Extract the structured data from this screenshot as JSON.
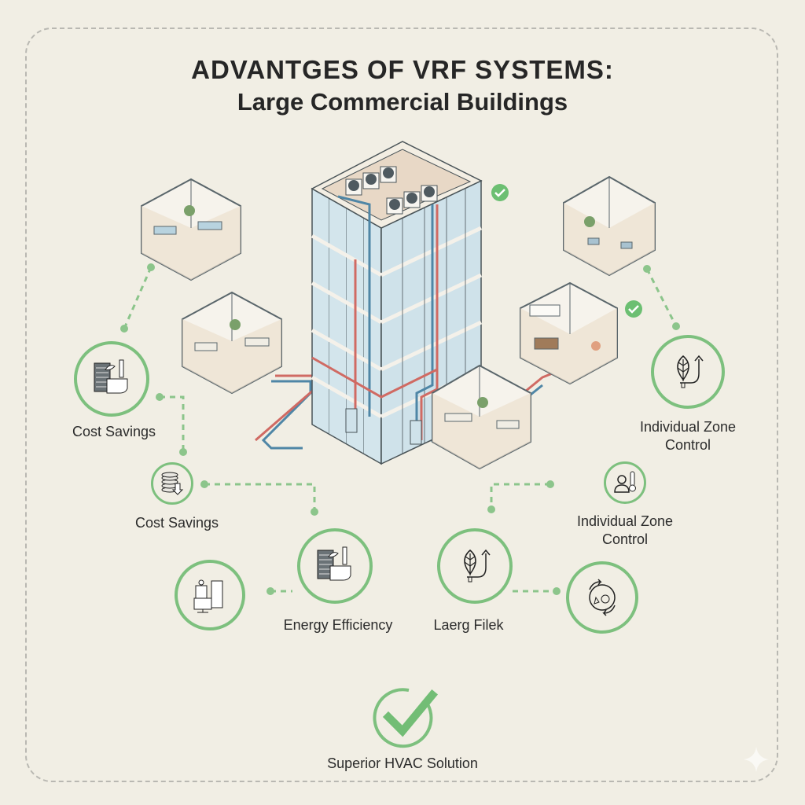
{
  "title": {
    "line1": "ADVANTGES OF VRF SYSTEMS:",
    "line2": "Large Commercial Buildings"
  },
  "colors": {
    "background": "#f1eee4",
    "accent_green": "#7dc07e",
    "pipe_red": "#d06a63",
    "pipe_blue": "#4f86a6",
    "glass": "#cfe3ea",
    "line": "#4a5458",
    "frame_dash": "#b9b8b2"
  },
  "features": [
    {
      "id": "cost-savings-1",
      "label": "Cost Savings",
      "icon": "solar-panel-unit-icon"
    },
    {
      "id": "cost-savings-2",
      "label": "Cost Savings",
      "icon": "coin-stack-down-arrow-icon"
    },
    {
      "id": "office-equipment",
      "label": "",
      "icon": "office-equipment-icon"
    },
    {
      "id": "energy-efficiency",
      "label": "Energy Efficiency",
      "icon": "solar-panel-unit-icon"
    },
    {
      "id": "laerg-filek",
      "label": "Laerg Filek",
      "icon": "leaf-arrow-icon"
    },
    {
      "id": "recycle",
      "label": "",
      "icon": "recycle-globe-icon"
    },
    {
      "id": "individual-zone-control-1",
      "label": "Individual Zone Control",
      "label_lines": [
        "Individual Zone",
        "Control"
      ],
      "icon": "person-thermometer-icon"
    },
    {
      "id": "individual-zone-control-2",
      "label": "Individual Zone Control",
      "label_lines": [
        "Individual Zone",
        "Control"
      ],
      "icon": "leaf-arrow-icon"
    }
  ],
  "conclusion": {
    "label": "Superior HVAC Solution",
    "icon": "check-circle-icon"
  },
  "illustration": {
    "building": "isometric-glass-office-tower",
    "rooftop_units": 6,
    "rooms": [
      "open-office",
      "workstations",
      "lounge",
      "ac-office",
      "desk-office"
    ],
    "badges": [
      "check-badge",
      "check-badge"
    ]
  }
}
